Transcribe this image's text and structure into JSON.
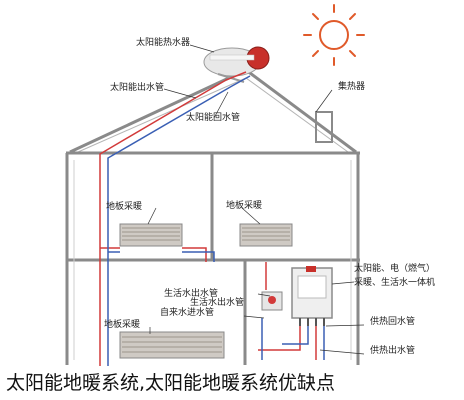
{
  "labels": {
    "solar_water_heater": "太阳能热水器",
    "solar_outlet_pipe": "太阳能出水管",
    "solar_return_pipe": "太阳能回水管",
    "collector": "集热器",
    "floor_heating_left": "地板采暖",
    "floor_heating_right": "地板采暖",
    "boiler_note_line1": "太阳能、电（燃气）",
    "boiler_note_line2": "采暖、生活水一体机",
    "domestic_hot_water_outlet": "生活水出水管",
    "domestic_outlet": "生活水出水管",
    "tap_water_inlet": "自来水进水管",
    "floor_heating_lower": "地板采暖",
    "heating_return_pipe": "供热回水管",
    "heating_outlet_pipe": "供热出水管"
  },
  "caption": "太阳能地暖系统,太阳能地暖系统优缺点",
  "colors": {
    "hot": "#d23a3a",
    "cold": "#3a5fb4",
    "wall": "#8a8a8a",
    "sun": "#e05a2a"
  }
}
